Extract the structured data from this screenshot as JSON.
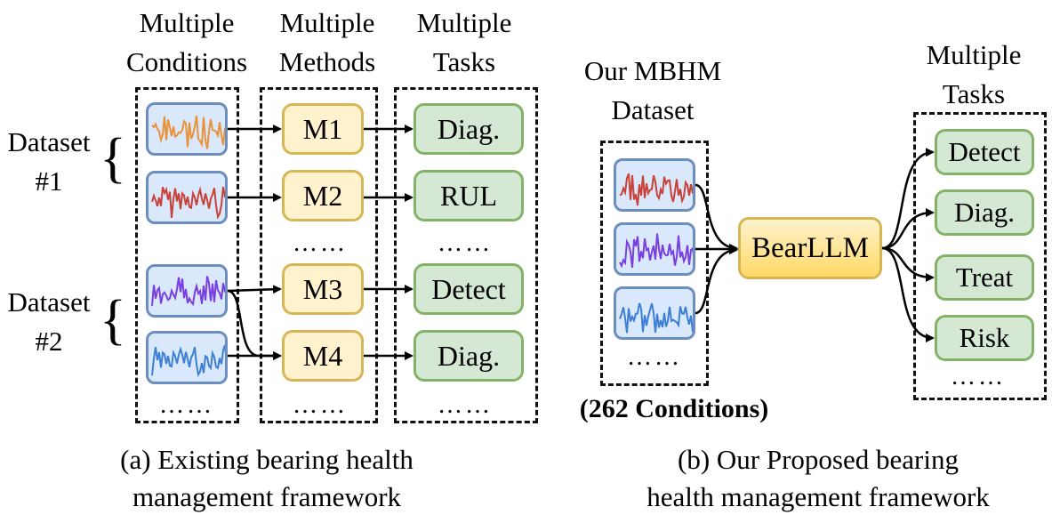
{
  "panel_a": {
    "headers": {
      "conditions": [
        "Multiple",
        "Conditions"
      ],
      "methods": [
        "Multiple",
        "Methods"
      ],
      "tasks": [
        "Multiple",
        "Tasks"
      ]
    },
    "datasets": [
      {
        "line1": "Dataset",
        "line2": "#1",
        "brace": "{"
      },
      {
        "line1": "Dataset",
        "line2": "#2",
        "brace": "{"
      }
    ],
    "methods": [
      "M1",
      "M2",
      "M3",
      "M4"
    ],
    "tasks": [
      "Diag.",
      "RUL",
      "Detect",
      "Diag."
    ],
    "ellipsis": "……",
    "signal_colors": [
      "#e8933a",
      "#c9423a",
      "#7a3fe0",
      "#3e7fd6"
    ],
    "caption": [
      "(a) Existing bearing health",
      "management framework"
    ]
  },
  "panel_b": {
    "dataset_title": [
      "Our MBHM",
      "Dataset"
    ],
    "conditions_note": "(262 Conditions)",
    "model": "BearLLM",
    "tasks_header": [
      "Multiple",
      "Tasks"
    ],
    "tasks": [
      "Detect",
      "Diag.",
      "Treat",
      "Risk"
    ],
    "ellipsis": "……",
    "signal_colors": [
      "#c9423a",
      "#7a3fe0",
      "#3e7fd6"
    ],
    "caption": [
      "(b) Our Proposed bearing",
      "health management framework"
    ]
  },
  "colors": {
    "signal_box_fill": "#dae8fc",
    "signal_box_border": "#6c8ebf",
    "method_fill": "#fff2cc",
    "method_border": "#d6b656",
    "task_fill": "#d5e8d4",
    "task_border": "#82b366"
  }
}
